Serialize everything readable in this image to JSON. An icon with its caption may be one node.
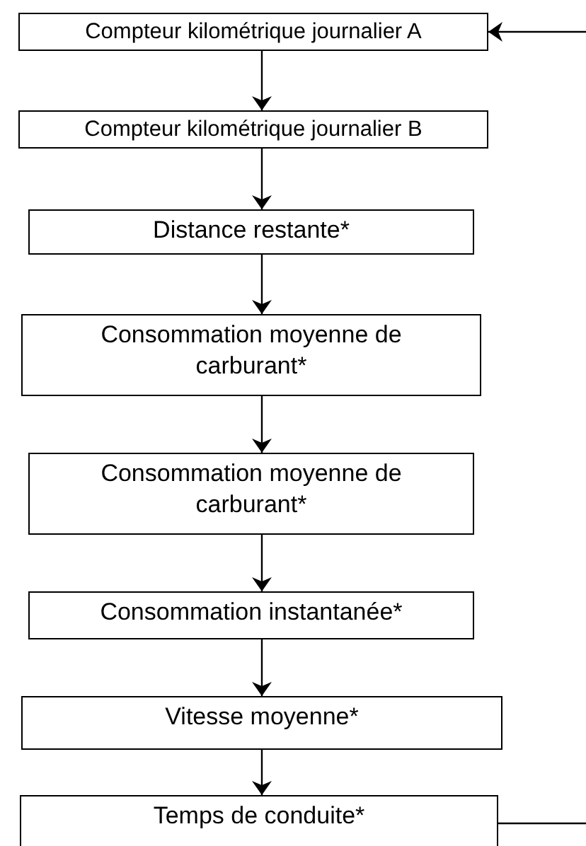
{
  "diagram": {
    "nodes": [
      {
        "text": [
          "Compteur kilométrique journalier A"
        ]
      },
      {
        "text": [
          "Compteur kilométrique journalier B"
        ]
      },
      {
        "text": [
          "Distance restante*"
        ]
      },
      {
        "text": [
          "Consommation moyenne de carburant*"
        ]
      },
      {
        "text": [
          "Consommation moyenne de carburant*"
        ]
      },
      {
        "text": [
          "Consommation instantanée*"
        ]
      },
      {
        "text": [
          "Vitesse moyenne*"
        ]
      },
      {
        "text": [
          "Temps de conduite*"
        ]
      }
    ],
    "edges": [
      {
        "from": null,
        "to": 0,
        "arrow": "to"
      },
      {
        "from": 0,
        "to": 1,
        "arrow": "to"
      },
      {
        "from": 1,
        "to": 2,
        "arrow": "to"
      },
      {
        "from": 2,
        "to": 3,
        "arrow": "to"
      },
      {
        "from": 3,
        "to": 4,
        "arrow": "to"
      },
      {
        "from": 4,
        "to": 5,
        "arrow": "to"
      },
      {
        "from": 5,
        "to": 6,
        "arrow": "to"
      },
      {
        "from": 6,
        "to": 7,
        "arrow": "to"
      },
      {
        "from": 7,
        "to": null,
        "arrow": "none"
      }
    ]
  }
}
